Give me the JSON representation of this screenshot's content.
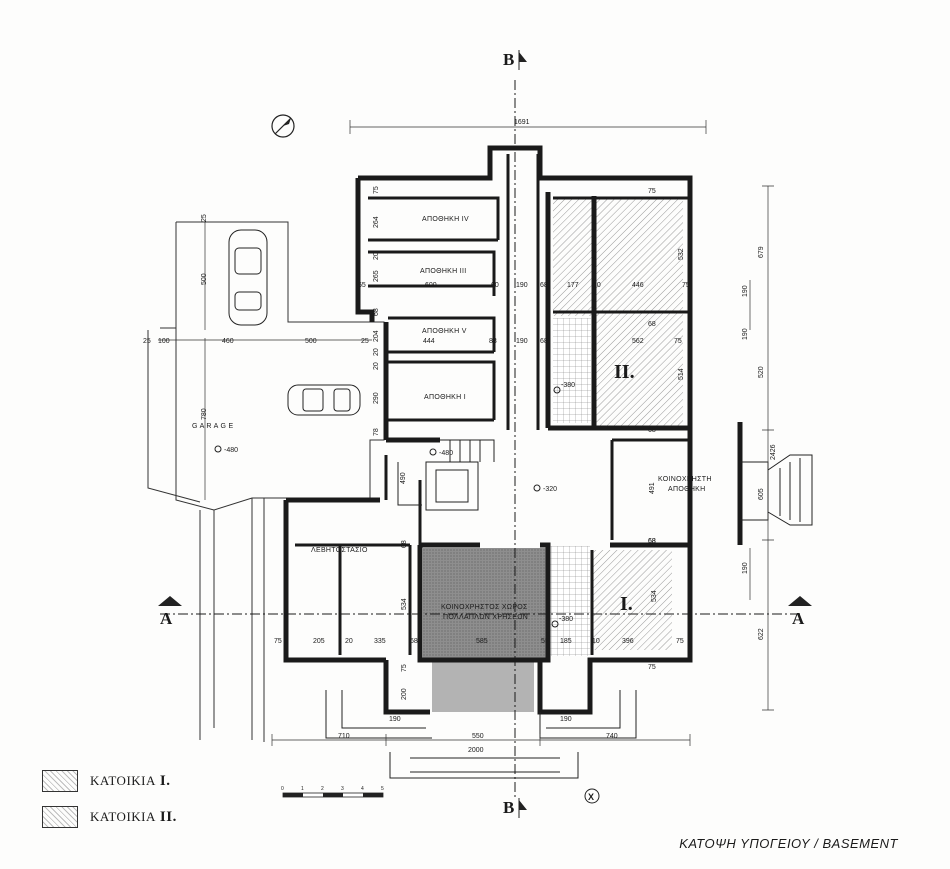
{
  "title": "ΚΑΤΟΨΗ ΥΠΟΓΕΙΟΥ / BASEMENT",
  "section_marks": {
    "b": "Β",
    "a": "Α"
  },
  "axis_mark": "X",
  "rooms": {
    "storage_iv": "ΑΠΟΘΗΚΗ IV",
    "storage_iii": "ΑΠΟΘΗΚΗ III",
    "storage_v": "ΑΠΟΘΗΚΗ V",
    "storage_i": "ΑΠΟΘΗΚΗ I",
    "garage": "G A R A G E",
    "boiler": "ΛΕΒΗΤΟΣΤΑΣΙΟ",
    "common_storage_1": "ΚΟΙΝΟΧΡΗΣΤΗ",
    "common_storage_2": "ΑΠΟΘΗΚΗ",
    "common_hall_1": "ΚΟΙΝΟΧΡΗΣΤΟΣ ΧΩΡΟΣ",
    "common_hall_2": "ΠΟΛΛΑΠΛΩΝ ΧΡΗΣΕΩΝ",
    "apt_ii_mark": "II.",
    "apt_i_mark": "I."
  },
  "levels": [
    "-480",
    "-480",
    "-320",
    "-380",
    "-380"
  ],
  "dimensions": {
    "top_total": "1691",
    "right_total": "2426",
    "bottom_total": "2000",
    "bottom_split": [
      "710",
      "550",
      "740"
    ],
    "garage": [
      "25",
      "500",
      "780",
      "25",
      "100",
      "460",
      "500",
      "25"
    ],
    "storage": [
      "75",
      "264",
      "20",
      "265",
      "600",
      "60",
      "65",
      "68",
      "204",
      "20",
      "444",
      "290",
      "20",
      "88",
      "78"
    ],
    "corridor": [
      "190",
      "190",
      "68",
      "68"
    ],
    "apt_ii": [
      "75",
      "532",
      "177",
      "10",
      "446",
      "75",
      "68",
      "562",
      "514",
      "75",
      "68"
    ],
    "right": [
      "679",
      "190",
      "190",
      "520",
      "605",
      "190",
      "622"
    ],
    "common": [
      "491",
      "68"
    ],
    "apt_i": [
      "68",
      "534",
      "185",
      "10",
      "396",
      "75",
      "75",
      "55"
    ],
    "boiler": [
      "68",
      "534",
      "75",
      "205",
      "20",
      "335",
      "68",
      "585"
    ],
    "bottom": [
      "75",
      "200",
      "190",
      "190",
      "490"
    ]
  },
  "scale_ticks": [
    "0",
    "1",
    "2",
    "3",
    "4",
    "5"
  ],
  "legend": [
    {
      "label": "ΚΑΤΟΙΚΙΑ",
      "mark": "I."
    },
    {
      "label": "ΚΑΤΟΙΚΙΑ",
      "mark": "II."
    }
  ]
}
